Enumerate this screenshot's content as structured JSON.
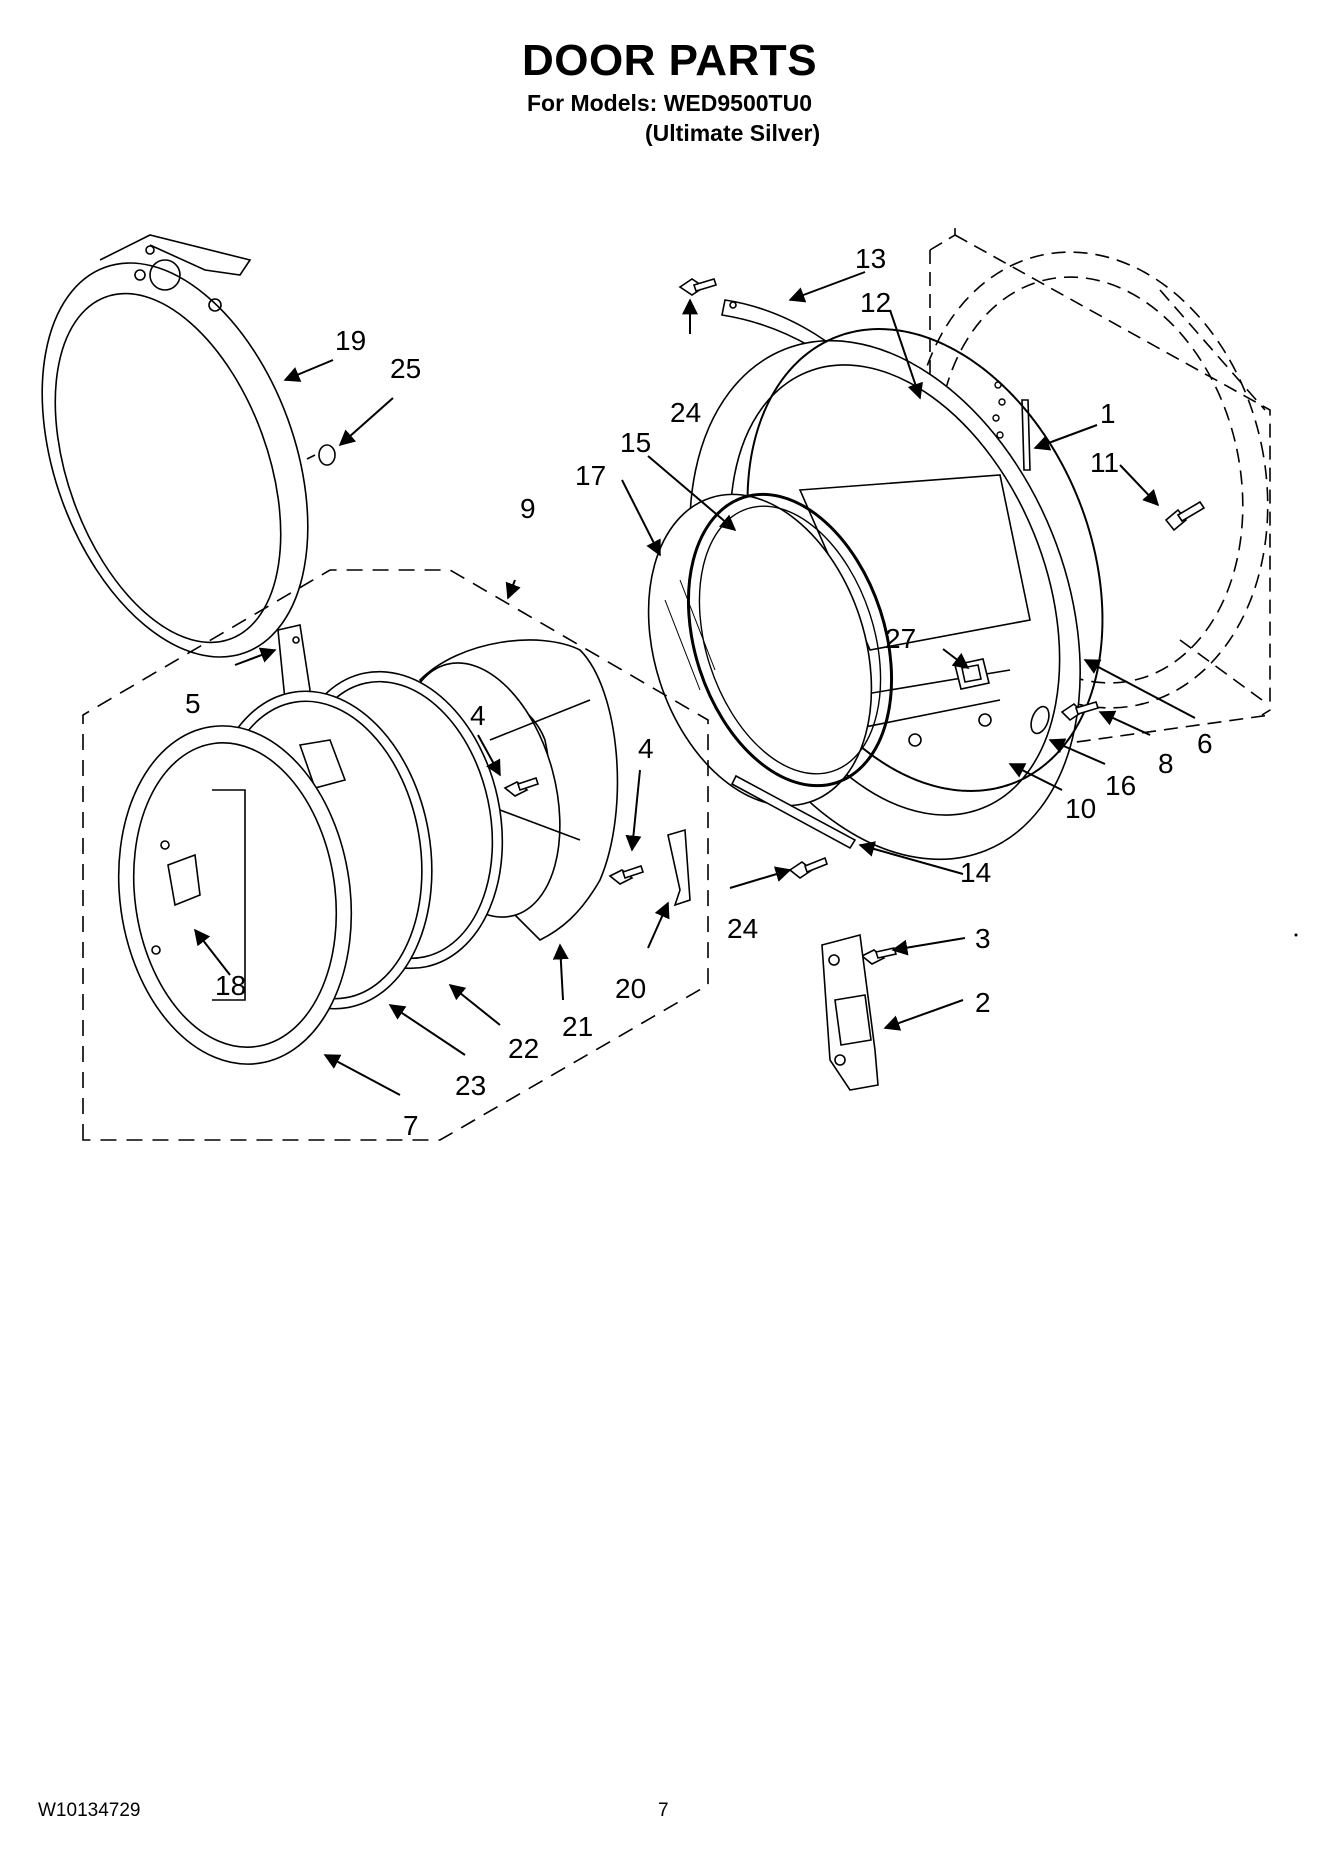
{
  "header": {
    "title": "DOOR PARTS",
    "models_line": "For Models: WED9500TU0",
    "color_line": "(Ultimate Silver)"
  },
  "footer": {
    "doc_code": "W10134729",
    "page_number": "7"
  },
  "callouts": {
    "c1": "1",
    "c2": "2",
    "c3": "3",
    "c4a": "4",
    "c4b": "4",
    "c5": "5",
    "c6": "6",
    "c7": "7",
    "c8": "8",
    "c9": "9",
    "c10": "10",
    "c11": "11",
    "c12": "12",
    "c13": "13",
    "c14": "14",
    "c15": "15",
    "c16": "16",
    "c17": "17",
    "c18": "18",
    "c19": "19",
    "c20": "20",
    "c21": "21",
    "c22": "22",
    "c23": "23",
    "c24a": "24",
    "c24b": "24",
    "c25": "25",
    "c27": "27"
  }
}
